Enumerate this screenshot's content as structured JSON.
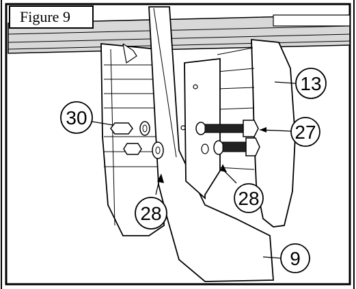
{
  "figure": {
    "label": "Figure 9"
  },
  "callouts": {
    "c13": "13",
    "c27": "27",
    "c28_lower_left": "28",
    "c28_center": "28",
    "c30": "30",
    "c9": "9"
  },
  "colors": {
    "line": "#000000",
    "background": "#ffffff",
    "frame_shading": "#d8d8d8"
  }
}
